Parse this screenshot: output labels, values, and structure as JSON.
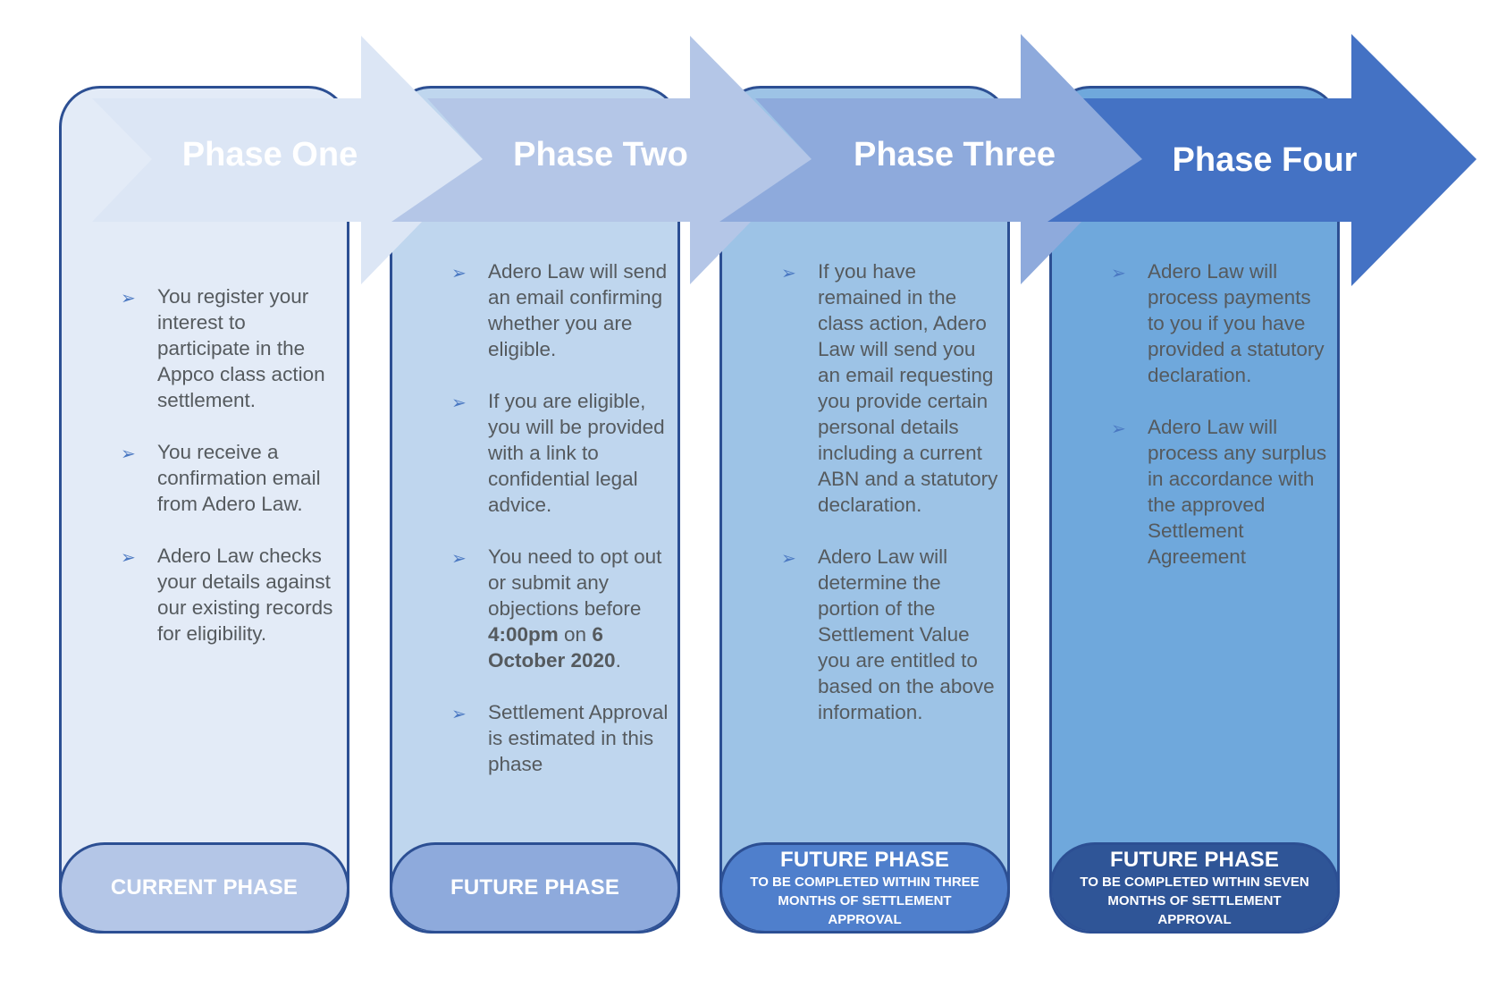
{
  "phases": [
    {
      "title": "Phase One",
      "bullets": [
        "You register your interest to participate in the Appco class action settlement.",
        "You receive a confirmation email from Adero Law.",
        "Adero Law checks your details against our existing records for eligibility."
      ],
      "footer_title": "CURRENT PHASE",
      "footer_note": "",
      "colors": {
        "panel": "#e3ebf7",
        "arrow": "#dce6f5",
        "footer": "#b4c6e7",
        "arrow_text": "#ffffff"
      }
    },
    {
      "title": "Phase Two",
      "bullets": [
        "Adero Law will send an email confirming whether you are eligible.",
        "If you are eligible, you will be provided with a link to confidential legal advice.",
        "You need to opt out or submit any objections before 4:00pm on 6 October 2020.",
        "Settlement Approval is estimated in this phase"
      ],
      "bullet3_parts": [
        "You need to opt out or submit any objections before ",
        "4:00pm",
        " on ",
        "6 October 2020",
        "."
      ],
      "footer_title": "FUTURE PHASE",
      "footer_note": "",
      "colors": {
        "panel": "#bfd6ee",
        "arrow": "#b4c6e7",
        "footer": "#8eaadc",
        "arrow_text": "#ffffff"
      }
    },
    {
      "title": "Phase Three",
      "bullets": [
        "If you have remained in the class action, Adero Law will send you an email requesting you provide certain personal details including a current ABN and a statutory declaration.",
        "Adero Law will determine the portion of the Settlement Value you are entitled to based on the above information."
      ],
      "footer_title": "FUTURE PHASE",
      "footer_note": "TO BE COMPLETED WITHIN THREE MONTHS OF SETTLEMENT APPROVAL",
      "colors": {
        "panel": "#9dc3e6",
        "arrow": "#8eaadc",
        "footer": "#4f7fcc",
        "arrow_text": "#ffffff"
      }
    },
    {
      "title": "Phase Four",
      "bullets": [
        "Adero Law will process payments to you if you have provided a statutory declaration.",
        "Adero Law will process any surplus in accordance with the approved Settlement Agreement"
      ],
      "footer_title": "FUTURE PHASE",
      "footer_note": "TO BE COMPLETED WITHIN SEVEN MONTHS OF SETTLEMENT APPROVAL",
      "colors": {
        "panel": "#6fa8dc",
        "arrow": "#4472c4",
        "footer": "#2f5597",
        "arrow_text": "#ffffff"
      }
    }
  ]
}
